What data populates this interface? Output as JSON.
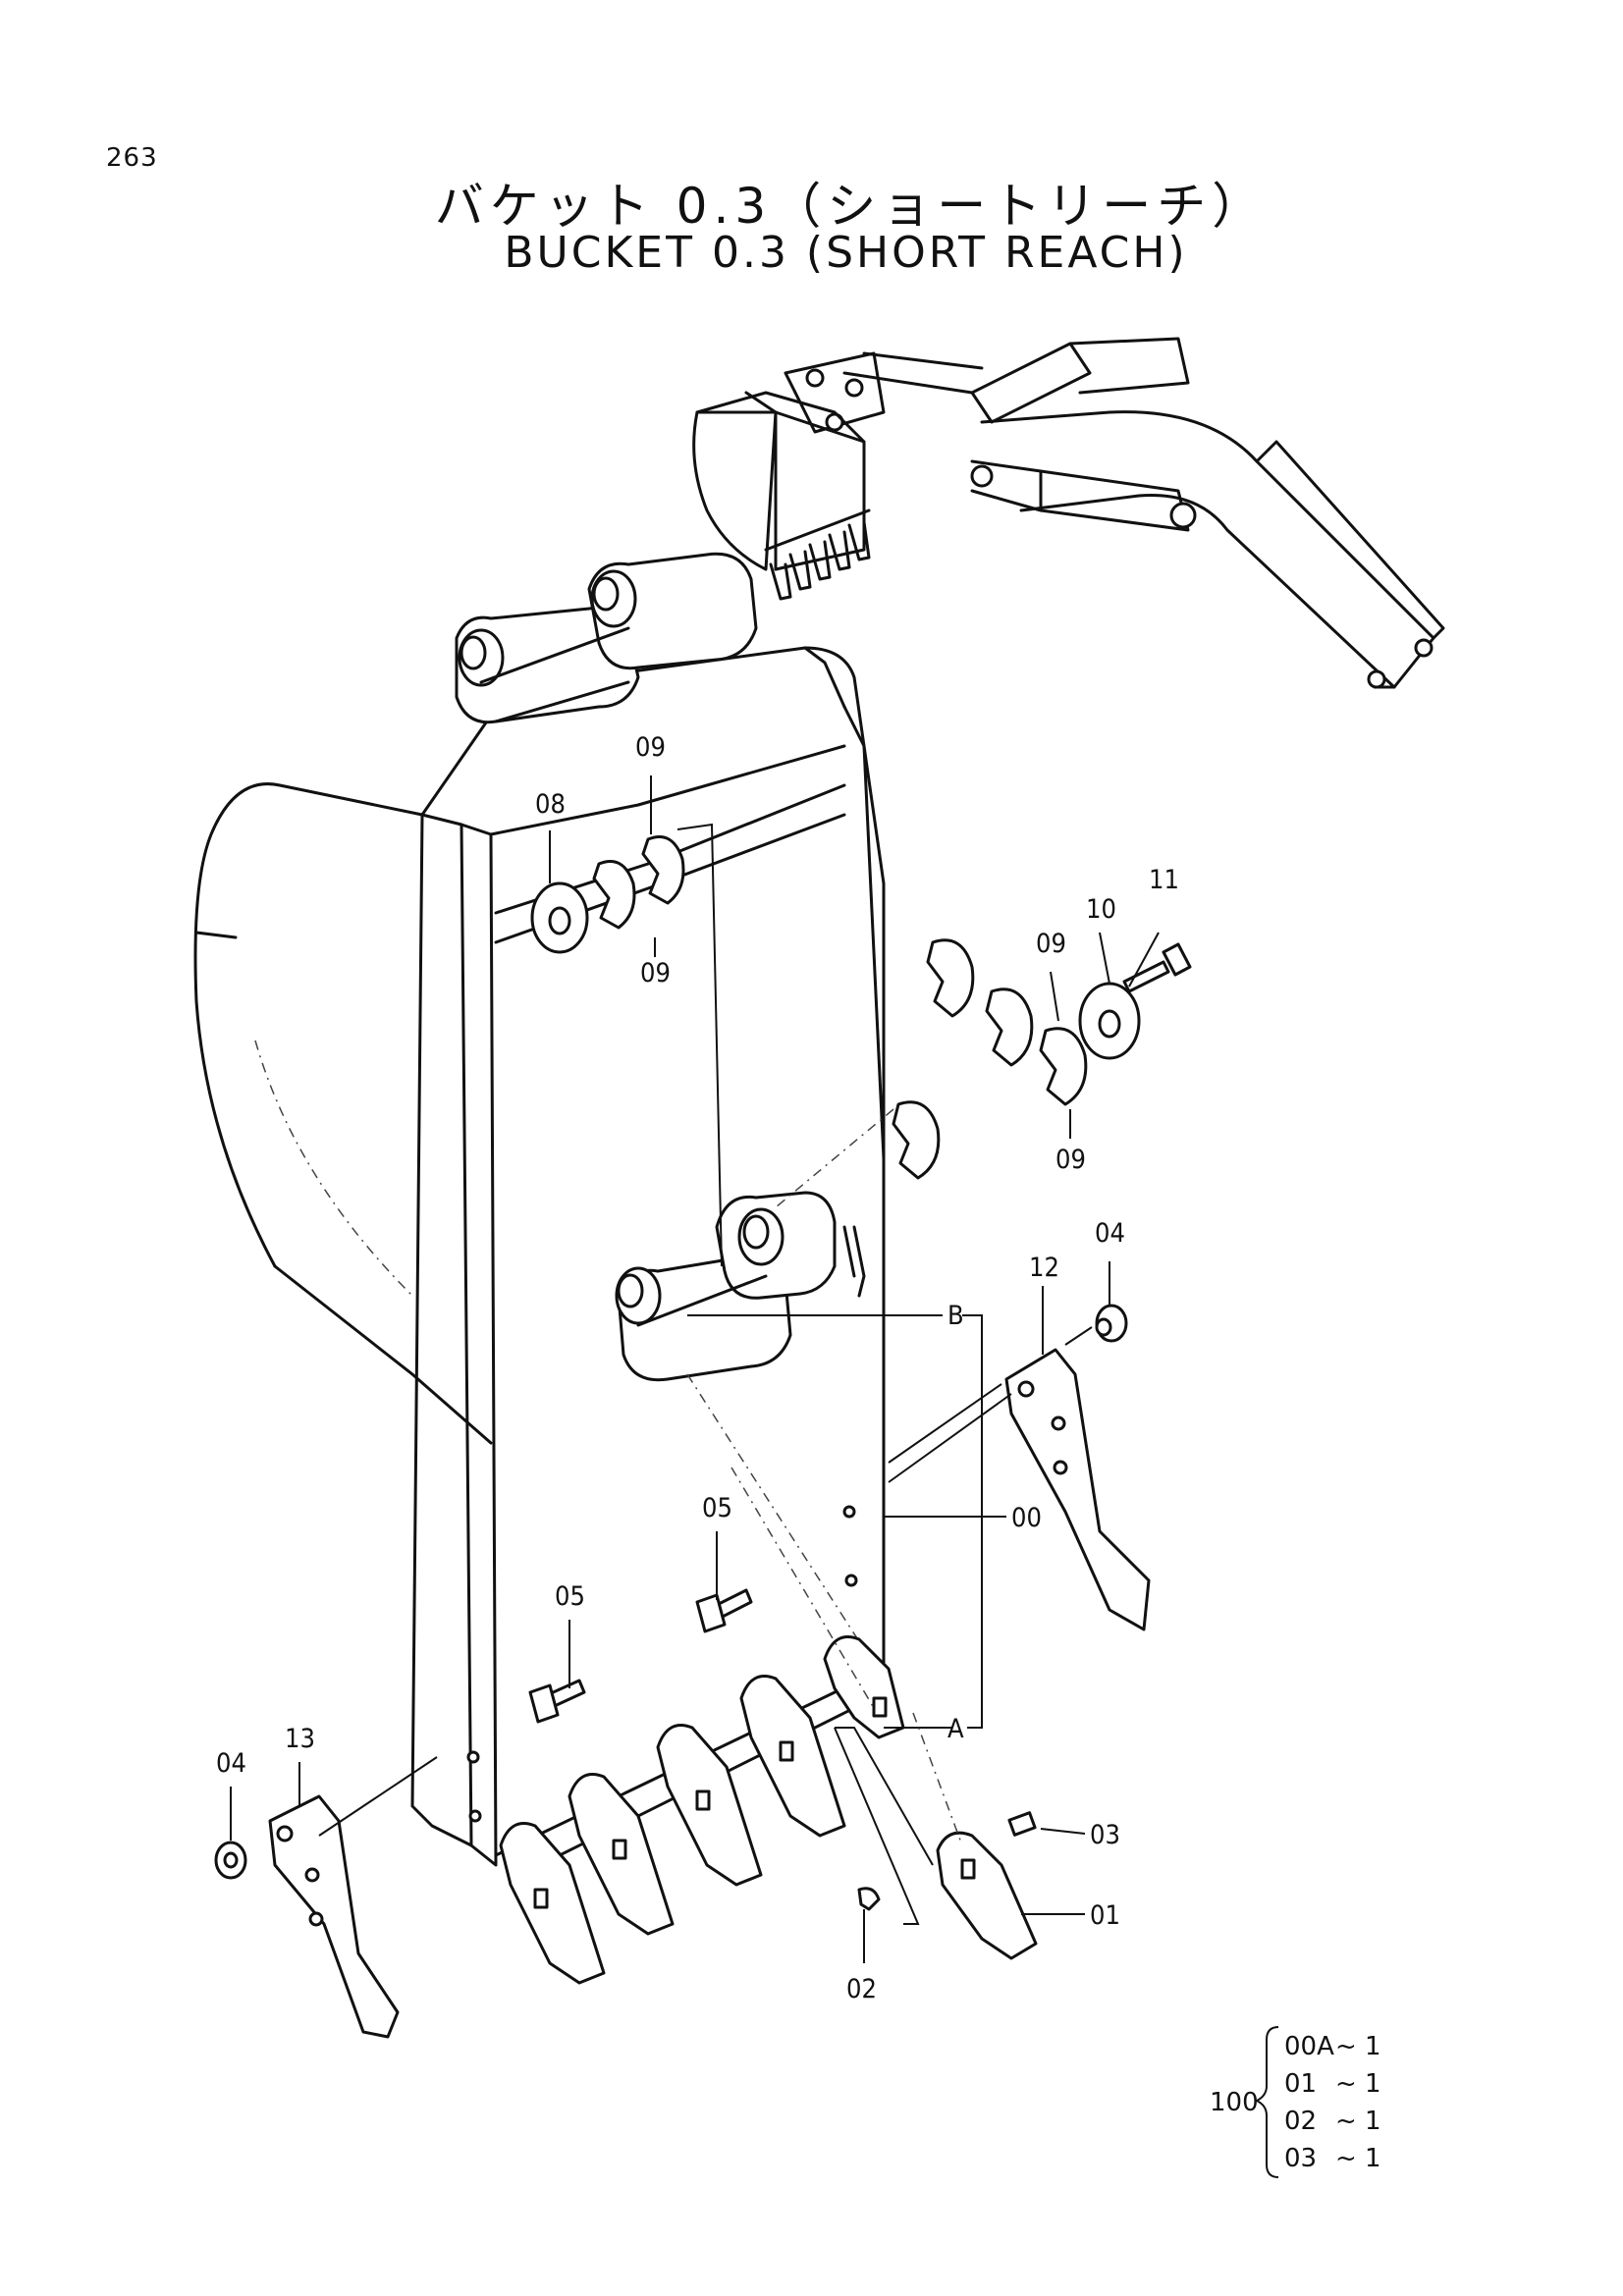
{
  "page_number": "263",
  "title_jp": "バケット 0.3（ショートリーチ）",
  "title_en": "BUCKET 0.3 (SHORT REACH)",
  "callouts": {
    "c00": "00",
    "c01": "01",
    "c02": "02",
    "c03": "03",
    "c04a": "04",
    "c04b": "04",
    "c05a": "05",
    "c05b": "05",
    "c08": "08",
    "c09a": "09",
    "c09b": "09",
    "c09c": "09",
    "c09d": "09",
    "c10": "10",
    "c11": "11",
    "c12": "12",
    "c13": "13",
    "ref_a": "A",
    "ref_b": "B"
  },
  "kit": {
    "number": "100",
    "items": [
      {
        "part": "00A",
        "qty": "~ 1"
      },
      {
        "part": "01",
        "qty": "~ 1"
      },
      {
        "part": "02",
        "qty": "~ 1"
      },
      {
        "part": "03",
        "qty": "~ 1"
      }
    ]
  }
}
